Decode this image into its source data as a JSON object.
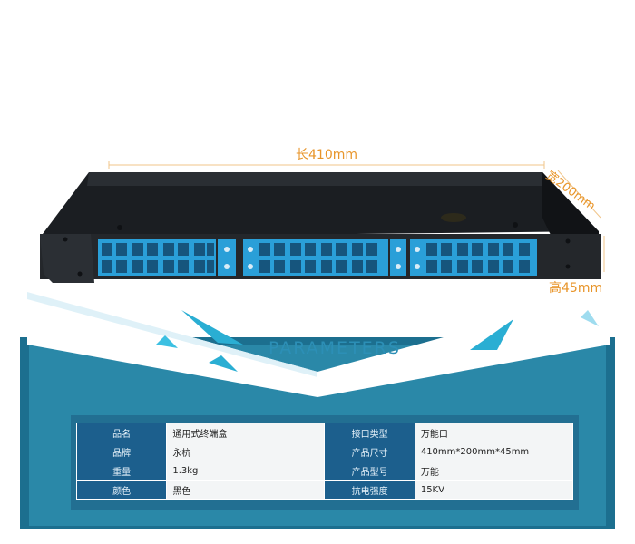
{
  "dimensions": {
    "length": "长410mm",
    "width": "宽200mm",
    "height": "高45mm"
  },
  "parameters": {
    "title": "PARAMETERS",
    "rows": [
      {
        "k1": "品名",
        "v1": "通用式终端盒",
        "k2": "接口类型",
        "v2": "万能口"
      },
      {
        "k1": "品牌",
        "v1": "永杭",
        "k2": "产品尺寸",
        "v2": "410mm*200mm*45mm"
      },
      {
        "k1": "重量",
        "v1": "1.3kg",
        "k2": "产品型号",
        "v2": "万能"
      },
      {
        "k1": "颜色",
        "v1": "黑色",
        "k2": "抗电强度",
        "v2": "15KV"
      }
    ]
  },
  "colors": {
    "accent": "#2aaed3",
    "panel": "#1c6f8f",
    "dimension": "#e8952a",
    "port": "#2a9fd8"
  }
}
